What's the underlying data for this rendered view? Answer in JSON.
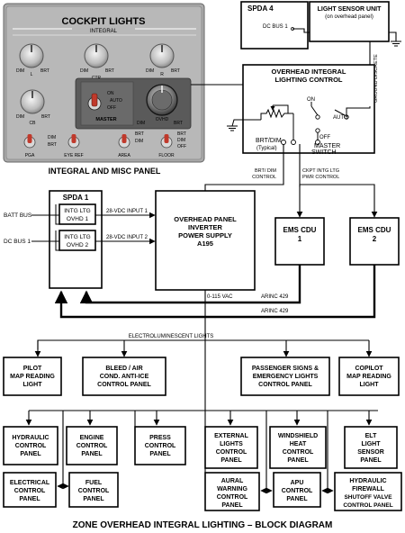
{
  "diagram": {
    "title": "ZONE OVERHEAD INTEGRAL LIGHTING – BLOCK DIAGRAM",
    "panel": {
      "header": "COCKPIT LIGHTS",
      "subheader": "INTEGRAL",
      "caption": "INTEGRAL AND MISC PANEL",
      "knobs": [
        {
          "label": "L"
        },
        {
          "label": "CTR"
        },
        {
          "label": "R"
        },
        {
          "label": "CB"
        },
        {
          "label": "OVHD"
        }
      ],
      "dim": "DIM",
      "brt": "BRT",
      "master_switch": {
        "on": "ON",
        "auto": "AUTO",
        "off": "OFF",
        "label": "MASTER"
      },
      "toggles": [
        {
          "label": "PGA",
          "top": "",
          "bottom": ""
        },
        {
          "label": "EYE REF",
          "top": "DIM",
          "bottom": "BRT"
        },
        {
          "label": "AREA",
          "top": "BRT",
          "bottom": "DIM"
        },
        {
          "label": "FLOOR",
          "top": "",
          "bottom": "OFF"
        }
      ]
    },
    "spda4": {
      "title": "SPDA 4",
      "bus": "DC BUS 1"
    },
    "light_sensor": {
      "line1": "LIGHT SENSOR UNIT",
      "line2": "(on overhead panel)"
    },
    "ground_discrete": "GROUND DISCRETE",
    "ohilc": {
      "title1": "OVERHEAD INTEGRAL",
      "title2": "LIGHTING CONTROL",
      "brt_dim": "BRT/DIM",
      "typical": "(Typical)",
      "on": "ON",
      "off": "OFF",
      "auto": "AUTO",
      "master1": "MASTER",
      "master2": "SWITCH"
    },
    "signals": {
      "brt_dim_control1": "BRT/ DIM",
      "brt_dim_control2": "CONTROL",
      "ckpt1": "CKPT INTG LTG",
      "ckpt2": "PWR CONTROL",
      "input1": "28-VDC INPUT 1",
      "input2": "28-VDC INPUT 2",
      "vac": "0-115 VAC",
      "arinc1": "ARINC 429",
      "arinc2": "ARINC 429",
      "electrolum": "ELECTROLUMINESCENT LIGHTS"
    },
    "spda1": {
      "title": "SPDA 1",
      "cb1a": "INTG LTG",
      "cb1b": "OVHD 1",
      "cb2a": "INTG LTG",
      "cb2b": "OVHD 2",
      "batt_bus": "BATT BUS",
      "dc_bus": "DC BUS 1"
    },
    "inverter": {
      "l1": "OVERHEAD PANEL",
      "l2": "INVERTER",
      "l3": "POWER SUPPLY",
      "l4": "A195"
    },
    "ems1": {
      "l1": "EMS CDU",
      "l2": "1"
    },
    "ems2": {
      "l1": "EMS CDU",
      "l2": "2"
    },
    "loads": {
      "pilot": {
        "l1": "PILOT",
        "l2": "MAP READING",
        "l3": "LIGHT"
      },
      "bleed": {
        "l1": "BLEED / AIR",
        "l2": "COND. ANTI-ICE",
        "l3": "CONTROL PANEL"
      },
      "signs": {
        "l1": "PASSENGER SIGNS &",
        "l2": "EMERGENCY LIGHTS",
        "l3": "CONTROL PANEL"
      },
      "copilot": {
        "l1": "COPILOT",
        "l2": "MAP READING",
        "l3": "LIGHT"
      },
      "hydraulic": {
        "l1": "HYDRAULIC",
        "l2": "CONTROL",
        "l3": "PANEL"
      },
      "engine": {
        "l1": "ENGINE",
        "l2": "CONTROL",
        "l3": "PANEL"
      },
      "press": {
        "l1": "PRESS",
        "l2": "CONTROL",
        "l3": "PANEL"
      },
      "external": {
        "l1": "EXTERNAL",
        "l2": "LIGHTS",
        "l3": "CONTROL",
        "l4": "PANEL"
      },
      "windshield": {
        "l1": "WINDSHIELD",
        "l2": "HEAT",
        "l3": "CONTROL",
        "l4": "PANEL"
      },
      "elt": {
        "l1": "ELT",
        "l2": "LIGHT",
        "l3": "SENSOR",
        "l4": "PANEL"
      },
      "electrical": {
        "l1": "ELECTRICAL",
        "l2": "CONTROL",
        "l3": "PANEL"
      },
      "fuel": {
        "l1": "FUEL",
        "l2": "CONTROL",
        "l3": "PANEL"
      },
      "aural": {
        "l1": "AURAL",
        "l2": "WARNING",
        "l3": "CONTROL",
        "l4": "PANEL"
      },
      "apu": {
        "l1": "APU",
        "l2": "CONTROL",
        "l3": "PANEL"
      },
      "hydfire": {
        "l1": "HYDRAULIC",
        "l2": "FIREWALL",
        "l3": "SHUTOFF VALVE",
        "l4": "CONTROL PANEL"
      }
    }
  }
}
